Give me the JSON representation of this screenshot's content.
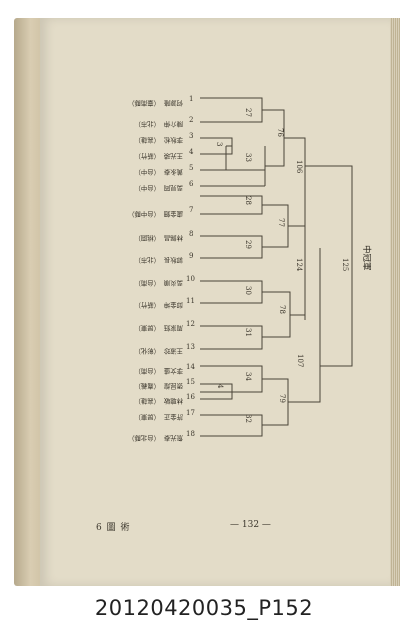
{
  "entries": [
    {
      "num": "1",
      "name": "何源隆",
      "unit": "（臺南縣）"
    },
    {
      "num": "2",
      "name": "陳介伸",
      "unit": "（北市）"
    },
    {
      "num": "3",
      "name": "李秋松",
      "unit": "（高雄）"
    },
    {
      "num": "4",
      "name": "王光瑛",
      "unit": "（新竹）"
    },
    {
      "num": "5",
      "name": "黃永泰",
      "unit": "（台中）"
    },
    {
      "num": "6",
      "name": "吳見岡",
      "unit": "（台中）"
    },
    {
      "num": "7",
      "name": "盧金鈿",
      "unit": "（台中縣）"
    },
    {
      "num": "8",
      "name": "林錫昌",
      "unit": "（桃園）"
    },
    {
      "num": "9",
      "name": "郭秋長",
      "unit": "（北市）"
    },
    {
      "num": "10",
      "name": "吳炎順",
      "unit": "（台南）"
    },
    {
      "num": "11",
      "name": "邱金坤",
      "unit": "（新竹）"
    },
    {
      "num": "12",
      "name": "周家鈺",
      "unit": "（屏東）"
    },
    {
      "num": "13",
      "name": "王淑珍",
      "unit": "（彰化）"
    },
    {
      "num": "14",
      "name": "李文盛",
      "unit": "（台南）"
    },
    {
      "num": "15",
      "name": "張昆煌",
      "unit": "（嘉義）"
    },
    {
      "num": "16",
      "name": "林聰敏",
      "unit": "（高雄）"
    },
    {
      "num": "17",
      "name": "許金正",
      "unit": "（屏東）"
    },
    {
      "num": "18",
      "name": "詹光泰",
      "unit": "（台北縣）"
    }
  ],
  "match_numbers": [
    "27",
    "3",
    "33",
    "76",
    "106",
    "28",
    "77",
    "29",
    "124",
    "30",
    "78",
    "31",
    "4",
    "34",
    "79",
    "32",
    "107",
    "125"
  ],
  "champion_label": "中冠軍",
  "footer": {
    "section": "6 圖 術",
    "page": "— 132 —"
  },
  "caption": "20120420035_P152",
  "colors": {
    "paper": "#e3dcc8",
    "ink": "#3b362c",
    "background": "#ffffff"
  }
}
